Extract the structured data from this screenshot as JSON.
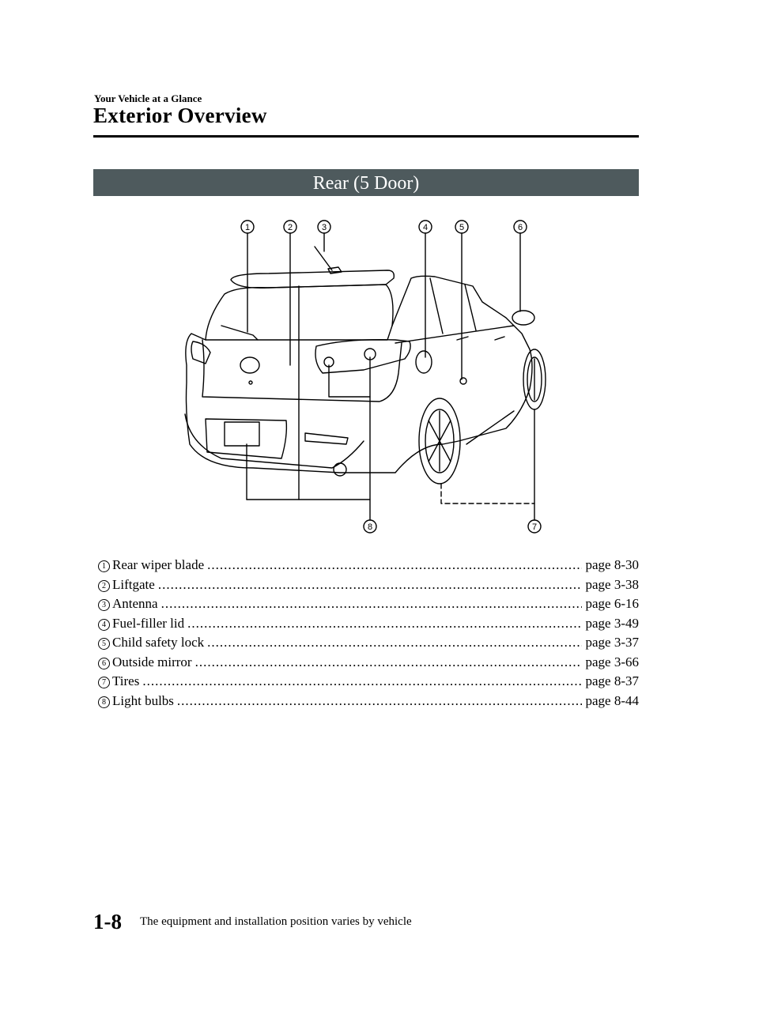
{
  "header": {
    "section": "Your Vehicle at a Glance",
    "title": "Exterior Overview"
  },
  "banner": "Rear (5 Door)",
  "figure": {
    "callouts": [
      "1",
      "2",
      "3",
      "4",
      "5",
      "6",
      "7",
      "8"
    ]
  },
  "parts": [
    {
      "num": "1",
      "name": "Rear wiper blade",
      "page": "page 8-30"
    },
    {
      "num": "2",
      "name": "Liftgate",
      "page": "page 3-38"
    },
    {
      "num": "3",
      "name": "Antenna",
      "page": "page 6-16"
    },
    {
      "num": "4",
      "name": "Fuel-filler lid",
      "page": "page 3-49"
    },
    {
      "num": "5",
      "name": "Child safety lock",
      "page": "page 3-37"
    },
    {
      "num": "6",
      "name": "Outside mirror",
      "page": "page 3-66"
    },
    {
      "num": "7",
      "name": "Tires",
      "page": "page 8-37"
    },
    {
      "num": "8",
      "name": "Light bulbs",
      "page": "page 8-44"
    }
  ],
  "footer": {
    "page_number": "1-8",
    "note": "The equipment and installation position varies by vehicle"
  }
}
